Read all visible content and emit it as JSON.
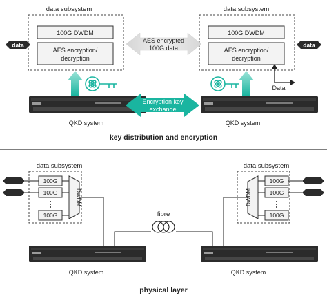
{
  "top": {
    "left_subsystem_title": "data subsystem",
    "right_subsystem_title": "data subsystem",
    "left_dwdm": "100G DWDM",
    "right_dwdm": "100G DWDM",
    "left_aes_line1": "AES encryption/",
    "left_aes_line2": "decryption",
    "right_aes_line1": "AES encryption/",
    "right_aes_line2": "decryption",
    "data_arrow_left": "data",
    "data_arrow_right": "data",
    "aes_link_line1": "AES encrypted",
    "aes_link_line2": "100G data",
    "key_link_line1": "Encryption key",
    "key_link_line2": "exchange",
    "left_qkd": "QKD system",
    "right_qkd": "QKD system",
    "axis_label": "Data",
    "section_title": "key distribution and encryption"
  },
  "bottom": {
    "left_subsystem_title": "data subsystem",
    "right_subsystem_title": "data subsystem",
    "left_channels": [
      "100G",
      "100G",
      "100G"
    ],
    "right_channels": [
      "100G",
      "100G",
      "100G"
    ],
    "left_mux_label": "DWDM",
    "right_mux_label": "DWDM",
    "fibre_label": "fibre",
    "left_qkd": "QKD system",
    "right_qkd": "QKD system",
    "section_title": "physical layer"
  },
  "colors": {
    "teal": "#1ab5a0",
    "dark": "#2b2b2b",
    "box_fill": "#f3f3f3"
  }
}
